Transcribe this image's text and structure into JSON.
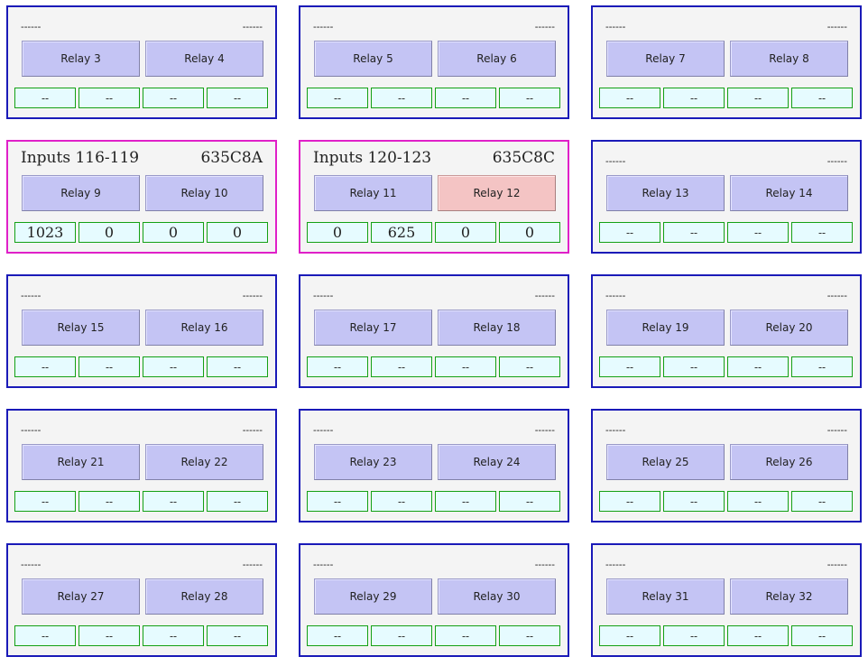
{
  "panels": [
    {
      "header_left": "------",
      "header_right": "------",
      "active": false,
      "relays": [
        {
          "label": "Relay 3",
          "on": false
        },
        {
          "label": "Relay 4",
          "on": false
        }
      ],
      "inputs": [
        "--",
        "--",
        "--",
        "--"
      ]
    },
    {
      "header_left": "------",
      "header_right": "------",
      "active": false,
      "relays": [
        {
          "label": "Relay 5",
          "on": false
        },
        {
          "label": "Relay 6",
          "on": false
        }
      ],
      "inputs": [
        "--",
        "--",
        "--",
        "--"
      ]
    },
    {
      "header_left": "------",
      "header_right": "------",
      "active": false,
      "relays": [
        {
          "label": "Relay 7",
          "on": false
        },
        {
          "label": "Relay 8",
          "on": false
        }
      ],
      "inputs": [
        "--",
        "--",
        "--",
        "--"
      ]
    },
    {
      "header_left": "Inputs 116-119",
      "header_right": "635C8A",
      "active": true,
      "relays": [
        {
          "label": "Relay 9",
          "on": false
        },
        {
          "label": "Relay 10",
          "on": false
        }
      ],
      "inputs": [
        "1023",
        "0",
        "0",
        "0"
      ]
    },
    {
      "header_left": "Inputs 120-123",
      "header_right": "635C8C",
      "active": true,
      "relays": [
        {
          "label": "Relay 11",
          "on": false
        },
        {
          "label": "Relay 12",
          "on": true
        }
      ],
      "inputs": [
        "0",
        "625",
        "0",
        "0"
      ]
    },
    {
      "header_left": "------",
      "header_right": "------",
      "active": false,
      "relays": [
        {
          "label": "Relay 13",
          "on": false
        },
        {
          "label": "Relay 14",
          "on": false
        }
      ],
      "inputs": [
        "--",
        "--",
        "--",
        "--"
      ]
    },
    {
      "header_left": "------",
      "header_right": "------",
      "active": false,
      "relays": [
        {
          "label": "Relay 15",
          "on": false
        },
        {
          "label": "Relay 16",
          "on": false
        }
      ],
      "inputs": [
        "--",
        "--",
        "--",
        "--"
      ]
    },
    {
      "header_left": "------",
      "header_right": "------",
      "active": false,
      "relays": [
        {
          "label": "Relay 17",
          "on": false
        },
        {
          "label": "Relay 18",
          "on": false
        }
      ],
      "inputs": [
        "--",
        "--",
        "--",
        "--"
      ]
    },
    {
      "header_left": "------",
      "header_right": "------",
      "active": false,
      "relays": [
        {
          "label": "Relay 19",
          "on": false
        },
        {
          "label": "Relay 20",
          "on": false
        }
      ],
      "inputs": [
        "--",
        "--",
        "--",
        "--"
      ]
    },
    {
      "header_left": "------",
      "header_right": "------",
      "active": false,
      "relays": [
        {
          "label": "Relay 21",
          "on": false
        },
        {
          "label": "Relay 22",
          "on": false
        }
      ],
      "inputs": [
        "--",
        "--",
        "--",
        "--"
      ]
    },
    {
      "header_left": "------",
      "header_right": "------",
      "active": false,
      "relays": [
        {
          "label": "Relay 23",
          "on": false
        },
        {
          "label": "Relay 24",
          "on": false
        }
      ],
      "inputs": [
        "--",
        "--",
        "--",
        "--"
      ]
    },
    {
      "header_left": "------",
      "header_right": "------",
      "active": false,
      "relays": [
        {
          "label": "Relay 25",
          "on": false
        },
        {
          "label": "Relay 26",
          "on": false
        }
      ],
      "inputs": [
        "--",
        "--",
        "--",
        "--"
      ]
    },
    {
      "header_left": "------",
      "header_right": "------",
      "active": false,
      "relays": [
        {
          "label": "Relay 27",
          "on": false
        },
        {
          "label": "Relay 28",
          "on": false
        }
      ],
      "inputs": [
        "--",
        "--",
        "--",
        "--"
      ]
    },
    {
      "header_left": "------",
      "header_right": "------",
      "active": false,
      "relays": [
        {
          "label": "Relay 29",
          "on": false
        },
        {
          "label": "Relay 30",
          "on": false
        }
      ],
      "inputs": [
        "--",
        "--",
        "--",
        "--"
      ]
    },
    {
      "header_left": "------",
      "header_right": "------",
      "active": false,
      "relays": [
        {
          "label": "Relay 31",
          "on": false
        },
        {
          "label": "Relay 32",
          "on": false
        }
      ],
      "inputs": [
        "--",
        "--",
        "--",
        "--"
      ]
    }
  ],
  "colors": {
    "panel_border": "#1a1ab8",
    "panel_border_active": "#e020c8",
    "relay_off": "#c4c4f4",
    "relay_on": "#f4c4c4",
    "input_fill": "#e6fbff",
    "input_border": "#14a014"
  }
}
